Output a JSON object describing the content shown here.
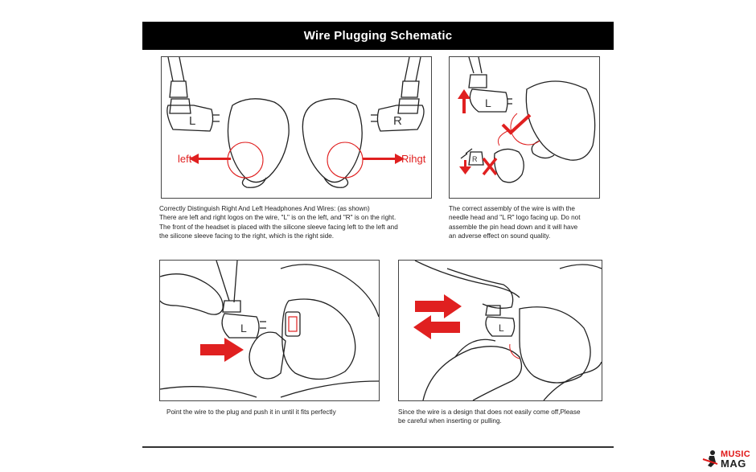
{
  "header": {
    "title": "Wire Plugging Schematic"
  },
  "panel1": {
    "label_left": "left",
    "label_right": "Rihgt",
    "wire_left_logo": "L",
    "wire_right_logo": "R",
    "caption": [
      "Correctly Distinguish Right And Left Headphones And Wires: (as shown)",
      "There are left and right logos on the wire, \"L\" is on the left, and \"R\" is on the right.",
      "The front of the headset is placed with the silicone sleeve facing left to the left and",
      "the silicone sleeve facing to the right, which is the right side."
    ]
  },
  "panel2": {
    "wire_logo": "L",
    "wire_logo_wrong": "R",
    "caption": [
      "The correct assembly of the wire is with the",
      "needle head and \"L R\" logo facing up. Do not",
      "assemble the pin head down and it will have",
      "an adverse effect on sound quality."
    ]
  },
  "panel3": {
    "wire_logo": "L",
    "caption": [
      "Point the wire to the plug and push it in until it fits perfectly"
    ]
  },
  "panel4": {
    "wire_logo": "L",
    "caption": [
      "Since the wire is a design that does not easily come off,Please",
      "be careful when inserting or pulling."
    ]
  },
  "watermark": {
    "line1": "MUSIC",
    "line2": "MAG"
  },
  "colors": {
    "accent": "#e02020",
    "line": "#333333",
    "header_bg": "#000000"
  }
}
